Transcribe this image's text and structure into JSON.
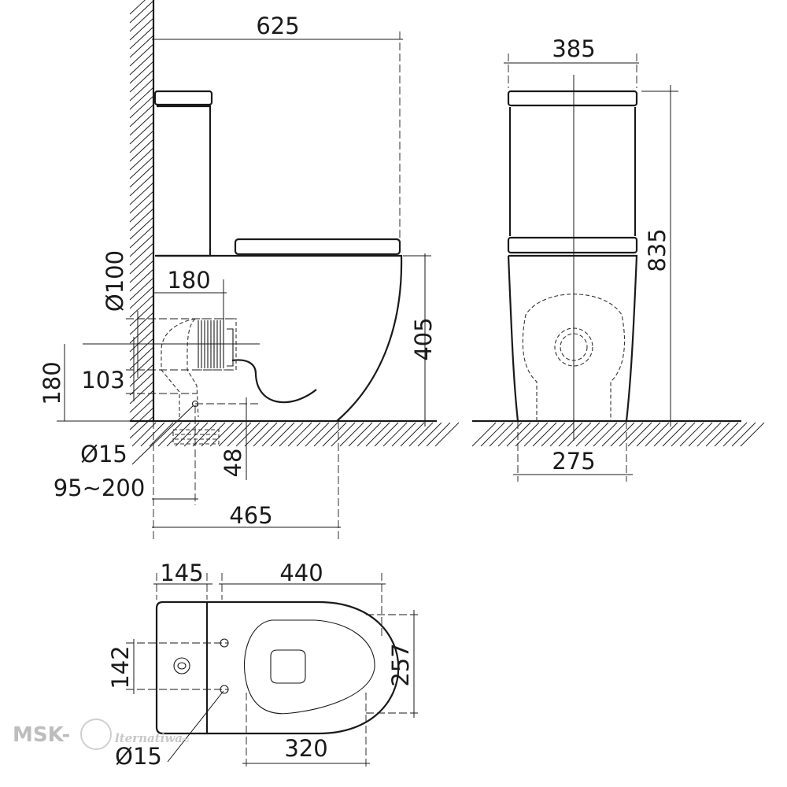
{
  "side_view": {
    "dim_625": "625",
    "dim_180_top": "180",
    "dim_d100": "Ø100",
    "dim_180_left": "180",
    "dim_103": "103",
    "dim_405": "405",
    "dim_d15": "Ø15",
    "dim_48": "48",
    "dim_95_200": "95~200",
    "dim_465": "465"
  },
  "front_view": {
    "dim_385": "385",
    "dim_835": "835",
    "dim_275": "275"
  },
  "top_view": {
    "dim_145": "145",
    "dim_440": "440",
    "dim_142": "142",
    "dim_257": "257",
    "dim_320": "320",
    "dim_d15": "Ø15"
  },
  "watermark": {
    "prefix": "MSK-",
    "script": "lternatiwa",
    "suffix": ".ru"
  }
}
